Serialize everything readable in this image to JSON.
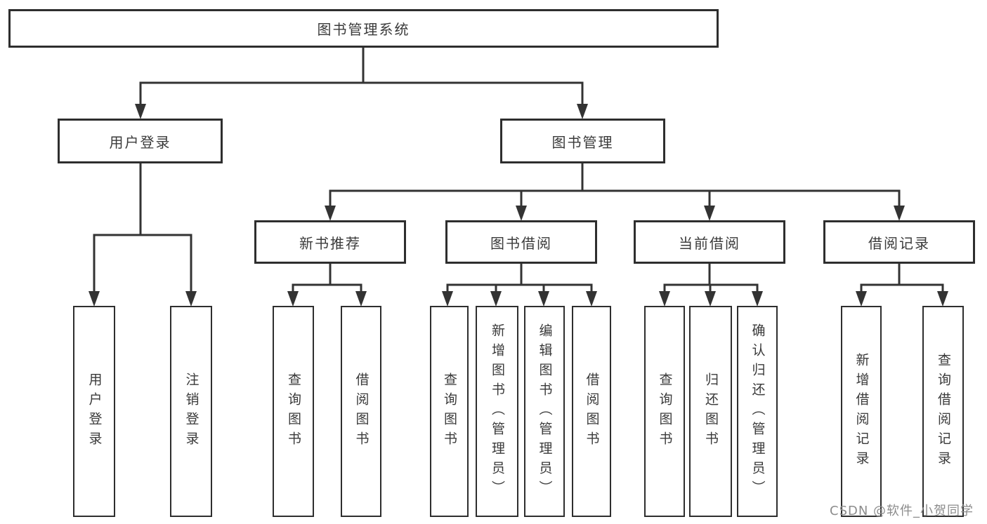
{
  "diagram": {
    "title": "图书管理系统",
    "type": "hierarchy-tree",
    "root": {
      "label": "图书管理系统"
    },
    "level2": [
      {
        "label": "用户登录",
        "parent": "图书管理系统"
      },
      {
        "label": "图书管理",
        "parent": "图书管理系统"
      }
    ],
    "level3": [
      {
        "label": "新书推荐",
        "parent": "图书管理"
      },
      {
        "label": "图书借阅",
        "parent": "图书管理"
      },
      {
        "label": "当前借阅",
        "parent": "图书管理"
      },
      {
        "label": "借阅记录",
        "parent": "图书管理"
      }
    ],
    "leaves": [
      {
        "label": "用户登录",
        "parent": "用户登录"
      },
      {
        "label": "注销登录",
        "parent": "用户登录"
      },
      {
        "label": "查询图书",
        "parent": "新书推荐"
      },
      {
        "label": "借阅图书",
        "parent": "新书推荐"
      },
      {
        "label": "查询图书",
        "parent": "图书借阅"
      },
      {
        "label": "新增图书（管理员）",
        "parent": "图书借阅"
      },
      {
        "label": "编辑图书（管理员）",
        "parent": "图书借阅"
      },
      {
        "label": "借阅图书",
        "parent": "图书借阅"
      },
      {
        "label": "查询图书",
        "parent": "当前借阅"
      },
      {
        "label": "归还图书",
        "parent": "当前借阅"
      },
      {
        "label": "确认归还（管理员）",
        "parent": "当前借阅"
      },
      {
        "label": "新增借阅记录",
        "parent": "借阅记录"
      },
      {
        "label": "查询借阅记录",
        "parent": "借阅记录"
      }
    ],
    "watermark": "CSDN @软件_小贺同学",
    "colors": {
      "line": "#333333",
      "box_border": "#2e2e2e",
      "box_fill": "#ffffff",
      "text": "#3a3a3a",
      "watermark": "#8c8c8c"
    }
  }
}
